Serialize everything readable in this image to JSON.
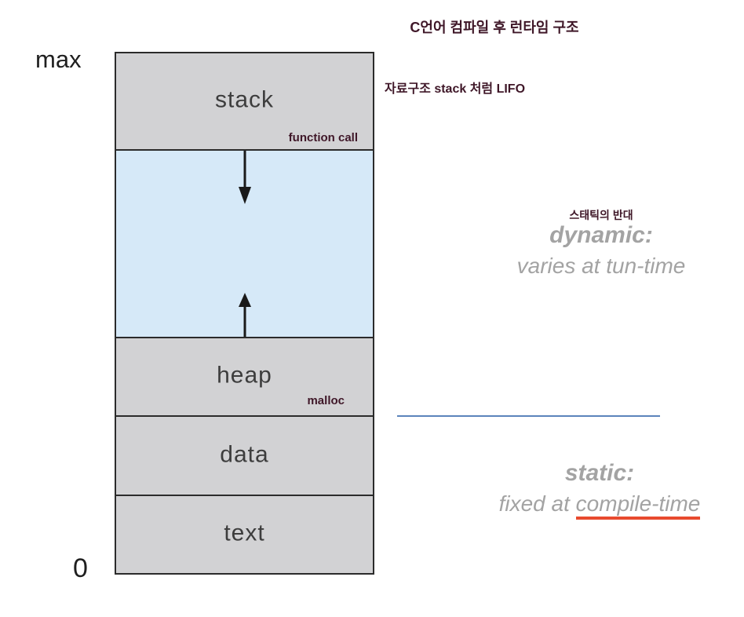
{
  "title": "C언어 컴파일 후 런타임 구조",
  "annotations": {
    "stack_note": "자료구조 stack 처럼 LIFO",
    "dynamic_korean": "스태틱의 반대",
    "dynamic_label": "dynamic:",
    "dynamic_desc": "varies at tun-time",
    "static_label": "static:",
    "static_desc_prefix": "fixed at ",
    "static_desc_underlined": "compile-time"
  },
  "diagram": {
    "axis_max_label": "max",
    "axis_min_label": "0",
    "segments": [
      {
        "name": "stack",
        "label": "stack",
        "note": "function call"
      },
      {
        "name": "free-space",
        "label": "",
        "note": ""
      },
      {
        "name": "heap",
        "label": "heap",
        "note": "malloc"
      },
      {
        "name": "data",
        "label": "data",
        "note": ""
      },
      {
        "name": "text",
        "label": "text",
        "note": ""
      }
    ]
  },
  "colors": {
    "maroon_text": "#3f1728",
    "segment_gray_fill": "#d2d2d4",
    "free_space_blue_fill": "#d6e9f8",
    "box_border": "#2b2b2b",
    "gray_note_text": "#a3a3a3",
    "underline_red": "#e84a2e",
    "divider_blue": "#5b84bb"
  }
}
